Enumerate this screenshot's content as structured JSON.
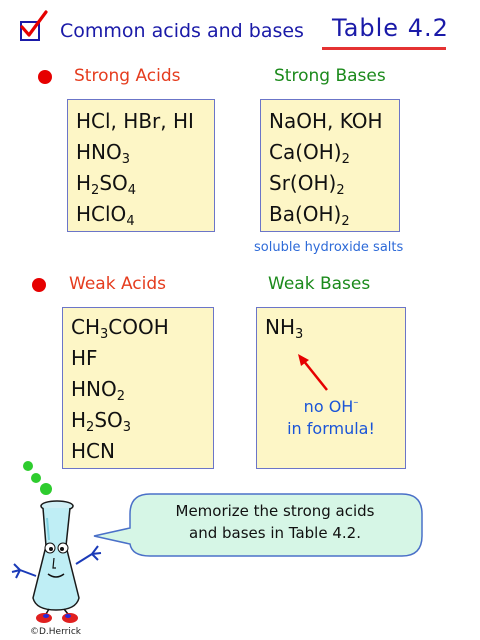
{
  "header": {
    "title": "Common acids and bases",
    "table_ref": "Table 4.2"
  },
  "strong_acids": {
    "heading": "Strong Acids",
    "items": [
      {
        "parts": [
          {
            "t": "HCl, HBr, HI",
            "s": "n"
          }
        ]
      },
      {
        "parts": [
          {
            "t": "HNO",
            "s": "n"
          },
          {
            "t": "3",
            "s": "sub"
          }
        ]
      },
      {
        "parts": [
          {
            "t": "H",
            "s": "n"
          },
          {
            "t": "2",
            "s": "sub"
          },
          {
            "t": "SO",
            "s": "n"
          },
          {
            "t": "4",
            "s": "sub"
          }
        ]
      },
      {
        "parts": [
          {
            "t": "HClO",
            "s": "n"
          },
          {
            "t": "4",
            "s": "sub"
          }
        ]
      }
    ]
  },
  "strong_bases": {
    "heading": "Strong Bases",
    "items": [
      {
        "parts": [
          {
            "t": "NaOH, KOH",
            "s": "n"
          }
        ]
      },
      {
        "parts": [
          {
            "t": "Ca(OH)",
            "s": "n"
          },
          {
            "t": "2",
            "s": "sub"
          }
        ]
      },
      {
        "parts": [
          {
            "t": "Sr(OH)",
            "s": "n"
          },
          {
            "t": "2",
            "s": "sub"
          }
        ]
      },
      {
        "parts": [
          {
            "t": "Ba(OH)",
            "s": "n"
          },
          {
            "t": "2",
            "s": "sub"
          }
        ]
      }
    ],
    "note": "soluble hydroxide salts"
  },
  "weak_acids": {
    "heading": "Weak Acids",
    "items": [
      {
        "parts": [
          {
            "t": "CH",
            "s": "n"
          },
          {
            "t": "3",
            "s": "sub"
          },
          {
            "t": "COOH",
            "s": "n"
          }
        ]
      },
      {
        "parts": [
          {
            "t": "HF",
            "s": "n"
          }
        ]
      },
      {
        "parts": [
          {
            "t": "HNO",
            "s": "n"
          },
          {
            "t": "2",
            "s": "sub"
          }
        ]
      },
      {
        "parts": [
          {
            "t": "H",
            "s": "n"
          },
          {
            "t": "2",
            "s": "sub"
          },
          {
            "t": "SO",
            "s": "n"
          },
          {
            "t": "3",
            "s": "sub"
          }
        ]
      },
      {
        "parts": [
          {
            "t": "HCN",
            "s": "n"
          }
        ]
      }
    ]
  },
  "weak_bases": {
    "heading": "Weak Bases",
    "items": [
      {
        "parts": [
          {
            "t": "NH",
            "s": "n"
          },
          {
            "t": "3",
            "s": "sub"
          }
        ]
      }
    ],
    "annotation_line1_prefix": "no OH",
    "annotation_line1_sup": "–",
    "annotation_line2": "in formula!"
  },
  "speech_bubble": {
    "line1": "Memorize the strong acids",
    "line2": "and bases in Table 4.2."
  },
  "credit": "©D.Herrick",
  "colors": {
    "heading_red": "#e53c1e",
    "heading_green": "#1b8a1b",
    "box_fill": "#fdf6c6",
    "box_border": "#6b75c8",
    "title_blue": "#1a1aa8",
    "bullet_red": "#e60000"
  }
}
